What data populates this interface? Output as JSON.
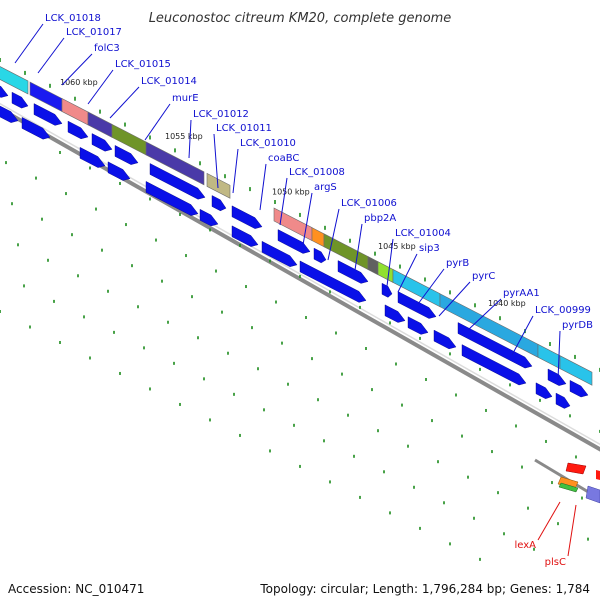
{
  "title": "Leuconostoc citreum KM20, complete genome",
  "footer": {
    "accession": "Accession: NC_010471",
    "summary": "Topology: circular; Length: 1,796,284 bp; Genes: 1,784"
  },
  "colors": {
    "blue_gene": "#0a10e8",
    "label_blue": "#1010d0",
    "label_red": "#e01010",
    "tick_green": "#1a8a1a",
    "backbone": "#8a8a8a"
  },
  "track_ticks": [
    "1060 kbp",
    "1055 kbp",
    "1050 kbp",
    "1045 kbp",
    "1040 kbp"
  ],
  "gene_labels": [
    {
      "text": "LCK_01018",
      "color": "blue"
    },
    {
      "text": "LCK_01017",
      "color": "blue"
    },
    {
      "text": "folC3",
      "color": "blue"
    },
    {
      "text": "LCK_01015",
      "color": "blue"
    },
    {
      "text": "LCK_01014",
      "color": "blue"
    },
    {
      "text": "murE",
      "color": "blue"
    },
    {
      "text": "LCK_01012",
      "color": "blue"
    },
    {
      "text": "LCK_01011",
      "color": "blue"
    },
    {
      "text": "LCK_01010",
      "color": "blue"
    },
    {
      "text": "coaBC",
      "color": "blue"
    },
    {
      "text": "LCK_01008",
      "color": "blue"
    },
    {
      "text": "argS",
      "color": "blue"
    },
    {
      "text": "LCK_01006",
      "color": "blue"
    },
    {
      "text": "pbp2A",
      "color": "blue"
    },
    {
      "text": "LCK_01004",
      "color": "blue"
    },
    {
      "text": "sip3",
      "color": "blue"
    },
    {
      "text": "pyrB",
      "color": "blue"
    },
    {
      "text": "pyrC",
      "color": "blue"
    },
    {
      "text": "pyrAA1",
      "color": "blue"
    },
    {
      "text": "LCK_00999",
      "color": "blue"
    },
    {
      "text": "pyrDB",
      "color": "blue"
    },
    {
      "text": "lexA",
      "color": "red"
    },
    {
      "text": "plsC",
      "color": "red"
    }
  ]
}
